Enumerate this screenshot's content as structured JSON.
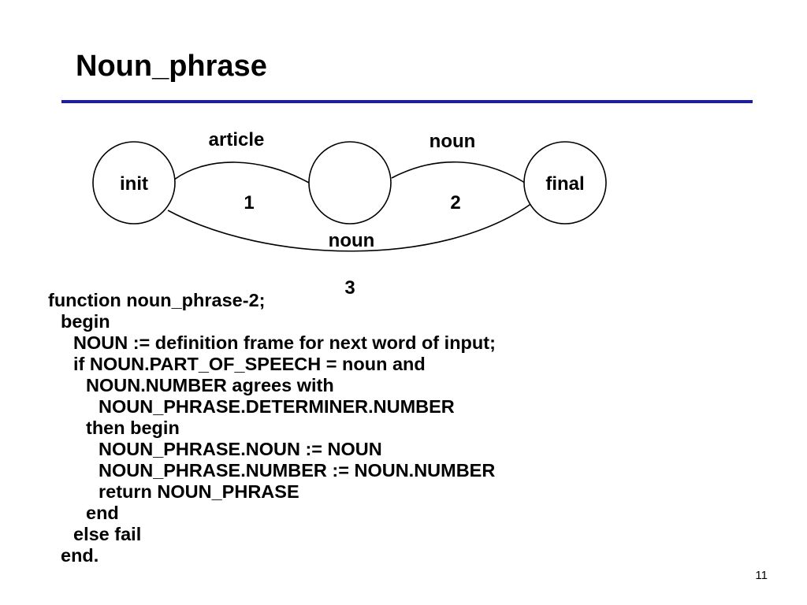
{
  "slide": {
    "title": "Noun_phrase",
    "page_number": "11",
    "rule_color": "#1c1ca8"
  },
  "diagram": {
    "nodes": [
      {
        "id": "init",
        "label": "init"
      },
      {
        "id": "middle",
        "label": ""
      },
      {
        "id": "final",
        "label": "final"
      }
    ],
    "arcs": [
      {
        "from": "init",
        "to": "middle",
        "label": "article",
        "number": "1"
      },
      {
        "from": "middle",
        "to": "final",
        "label": "noun",
        "number": "2"
      },
      {
        "from": "init",
        "to": "final",
        "label": "noun",
        "number": "3"
      }
    ]
  },
  "code": {
    "lines": [
      {
        "indent": 0,
        "text": "function noun_phrase-2;"
      },
      {
        "indent": 1,
        "text": "begin"
      },
      {
        "indent": 2,
        "text": "NOUN := definition frame for next word of input;"
      },
      {
        "indent": 2,
        "text": "if NOUN.PART_OF_SPEECH = noun and"
      },
      {
        "indent": 3,
        "text": "NOUN.NUMBER agrees with"
      },
      {
        "indent": 4,
        "text": "NOUN_PHRASE.DETERMINER.NUMBER"
      },
      {
        "indent": 3,
        "text": "then begin"
      },
      {
        "indent": 4,
        "text": "NOUN_PHRASE.NOUN := NOUN"
      },
      {
        "indent": 4,
        "text": "NOUN_PHRASE.NUMBER := NOUN.NUMBER"
      },
      {
        "indent": 4,
        "text": "return NOUN_PHRASE"
      },
      {
        "indent": 3,
        "text": "end"
      },
      {
        "indent": 2,
        "text": "else fail"
      },
      {
        "indent": 1,
        "text": "end."
      }
    ]
  }
}
